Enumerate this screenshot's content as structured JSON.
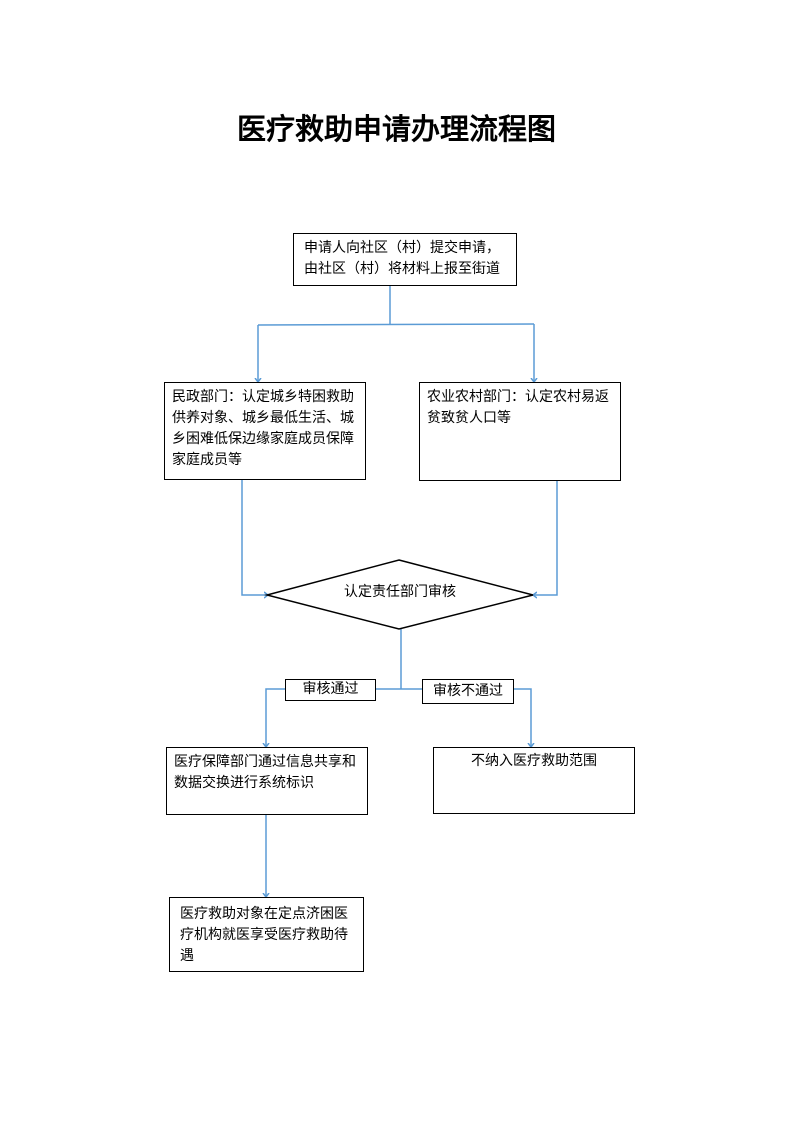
{
  "title": "医疗救助申请办理流程图",
  "colors": {
    "connector": "#5b9bd5",
    "border": "#000000"
  },
  "nodes": {
    "apply": "申请人向社区（村）提交申请，由社区（村）将材料上报至街道",
    "civil_affairs": "民政部门：认定城乡特困救助供养对象、城乡最低生活、城乡困难低保边缘家庭成员保障家庭成员等",
    "agri_rural": "农业农村部门：认定农村易返贫致贫人口等",
    "review": "认定责任部门审核",
    "medical_security": "医疗保障部门通过信息共享和数据交换进行系统标识",
    "not_included": "不纳入医疗救助范围",
    "enjoy_benefit": "医疗救助对象在定点济困医疗机构就医享受医疗救助待遇"
  },
  "edge_labels": {
    "pass": "审核通过",
    "fail": "审核不通过"
  }
}
